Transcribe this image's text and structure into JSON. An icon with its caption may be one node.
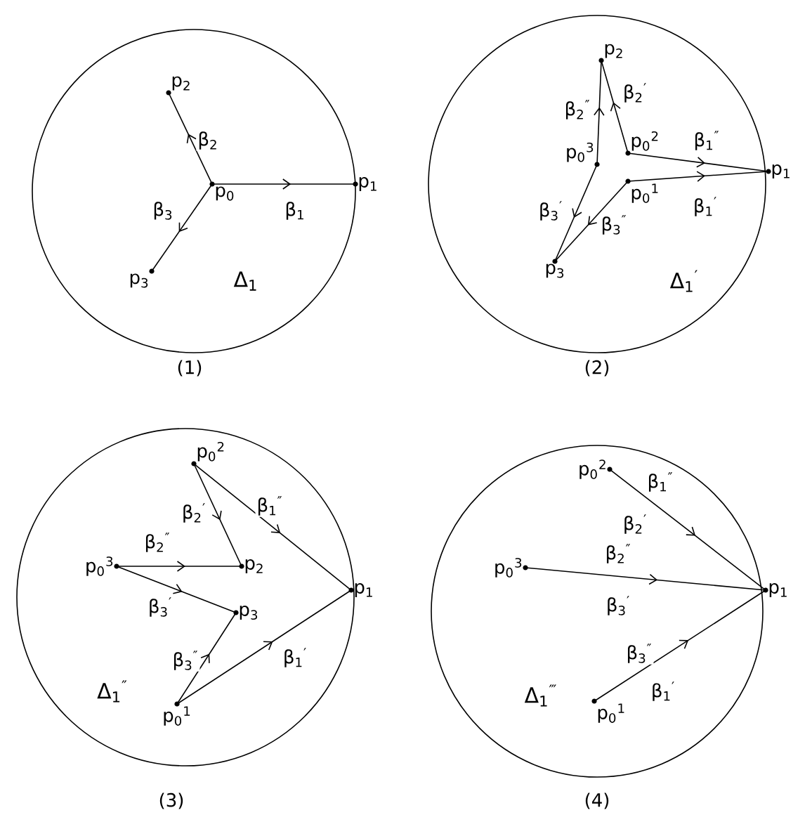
{
  "diagram": {
    "nodes": [
      {
        "text": [
          "Δ$_{1}$"
        ],
        "beside": [
          "(1)"
        ]
      },
      {
        "text": [
          "p$_{0}$"
        ],
        "in": 0
      },
      {
        "text": [
          "p$_{1}$"
        ],
        "in": 0
      },
      {
        "text": [
          "p$_{2}$"
        ],
        "in": 0
      },
      {
        "text": [
          "p$_{3}$"
        ],
        "in": 0
      },
      {
        "text": [
          "Δ$_{1}$$^{′}$"
        ],
        "beside": [
          "(2)"
        ]
      },
      {
        "text": [
          "p$_{2}$"
        ],
        "in": 5
      },
      {
        "text": [
          "p$_{0}$$^{2}$"
        ],
        "in": 5
      },
      {
        "text": [
          "p$_{0}$$^{3}$"
        ],
        "in": 5
      },
      {
        "text": [
          "p$_{0}$$^{1}$"
        ],
        "in": 5
      },
      {
        "text": [
          "p$_{1}$"
        ],
        "in": 5
      },
      {
        "text": [
          "p$_{3}$"
        ],
        "in": 5
      },
      {
        "text": [
          "Δ$_{1}$$^{″}$"
        ],
        "beside": [
          "(3)"
        ]
      },
      {
        "text": [
          "p$_{0}$$^{2}$"
        ],
        "in": 12
      },
      {
        "text": [
          "p$_{0}$$^{3}$"
        ],
        "in": 12
      },
      {
        "text": [
          "p$_{2}$"
        ],
        "in": 12
      },
      {
        "text": [
          "p$_{3}$"
        ],
        "in": 12
      },
      {
        "text": [
          "p$_{1}$"
        ],
        "in": 12
      },
      {
        "text": [
          "p$_{0}$$^{1}$"
        ],
        "in": 12
      },
      {
        "text": [
          "Δ$_{1}$$^{‴}$"
        ],
        "beside": [
          "(4)"
        ]
      },
      {
        "text": [
          "p$_{0}$$^{2}$"
        ],
        "in": 19
      },
      {
        "text": [
          "p$_{0}$$^{3}$"
        ],
        "in": 19
      },
      {
        "text": [
          "p$_{1}$"
        ],
        "in": 19
      },
      {
        "text": [
          "p$_{0}$$^{1}$"
        ],
        "in": 19
      }
    ],
    "edges": [
      {
        "from": 1,
        "to": 2,
        "arrow": "to",
        "label": "β$_{1}$"
      },
      {
        "from": 1,
        "to": 3,
        "arrow": "to",
        "label": "β$_{2}$"
      },
      {
        "from": 1,
        "to": 4,
        "arrow": "to",
        "label": "β$_{3}$"
      },
      {
        "from": 9,
        "to": 10,
        "arrow": "to",
        "label": "β$_{1}$$^{′}$"
      },
      {
        "from": 7,
        "to": 10,
        "arrow": "to",
        "label": "β$_{1}$$^{″}$"
      },
      {
        "from": 7,
        "to": 6,
        "arrow": "to",
        "label": "β$_{2}$$^{′}$"
      },
      {
        "from": 8,
        "to": 6,
        "arrow": "to",
        "label": "β$_{2}$$^{″}$"
      },
      {
        "from": 8,
        "to": 11,
        "arrow": "to",
        "label": "β$_{3}$$^{′}$"
      },
      {
        "from": 9,
        "to": 11,
        "arrow": "to",
        "label": "β$_{3}$$^{″}$"
      },
      {
        "from": 13,
        "to": 17,
        "arrow": "to",
        "label": "β$_{1}$$^{″}$"
      },
      {
        "from": 18,
        "to": 17,
        "arrow": "to",
        "label": "β$_{1}$$^{′}$"
      },
      {
        "from": 13,
        "to": 15,
        "arrow": "to",
        "label": "β$_{2}$$^{′}$"
      },
      {
        "from": 14,
        "to": 15,
        "arrow": "to",
        "label": "β$_{2}$$^{″}$"
      },
      {
        "from": 14,
        "to": 16,
        "arrow": "to",
        "label": "β$_{3}$$^{′}$"
      },
      {
        "from": 18,
        "to": 16,
        "arrow": "to",
        "label": "β$_{3}$$^{″}$"
      },
      {
        "from": 20,
        "to": 22,
        "arrow": "to",
        "label": "β$_{1}$$^{″}$"
      },
      {
        "from": 21,
        "to": 22,
        "arrow": "to",
        "label": "β$_{2}$$^{″}$"
      },
      {
        "from": 23,
        "to": 22,
        "arrow": "to",
        "label": "β$_{3}$$^{″}$"
      }
    ],
    "labels": [
      "β$_{2}$$^{′}$",
      "β$_{3}$$^{′}$",
      "β$_{1}$$^{′}$"
    ]
  }
}
